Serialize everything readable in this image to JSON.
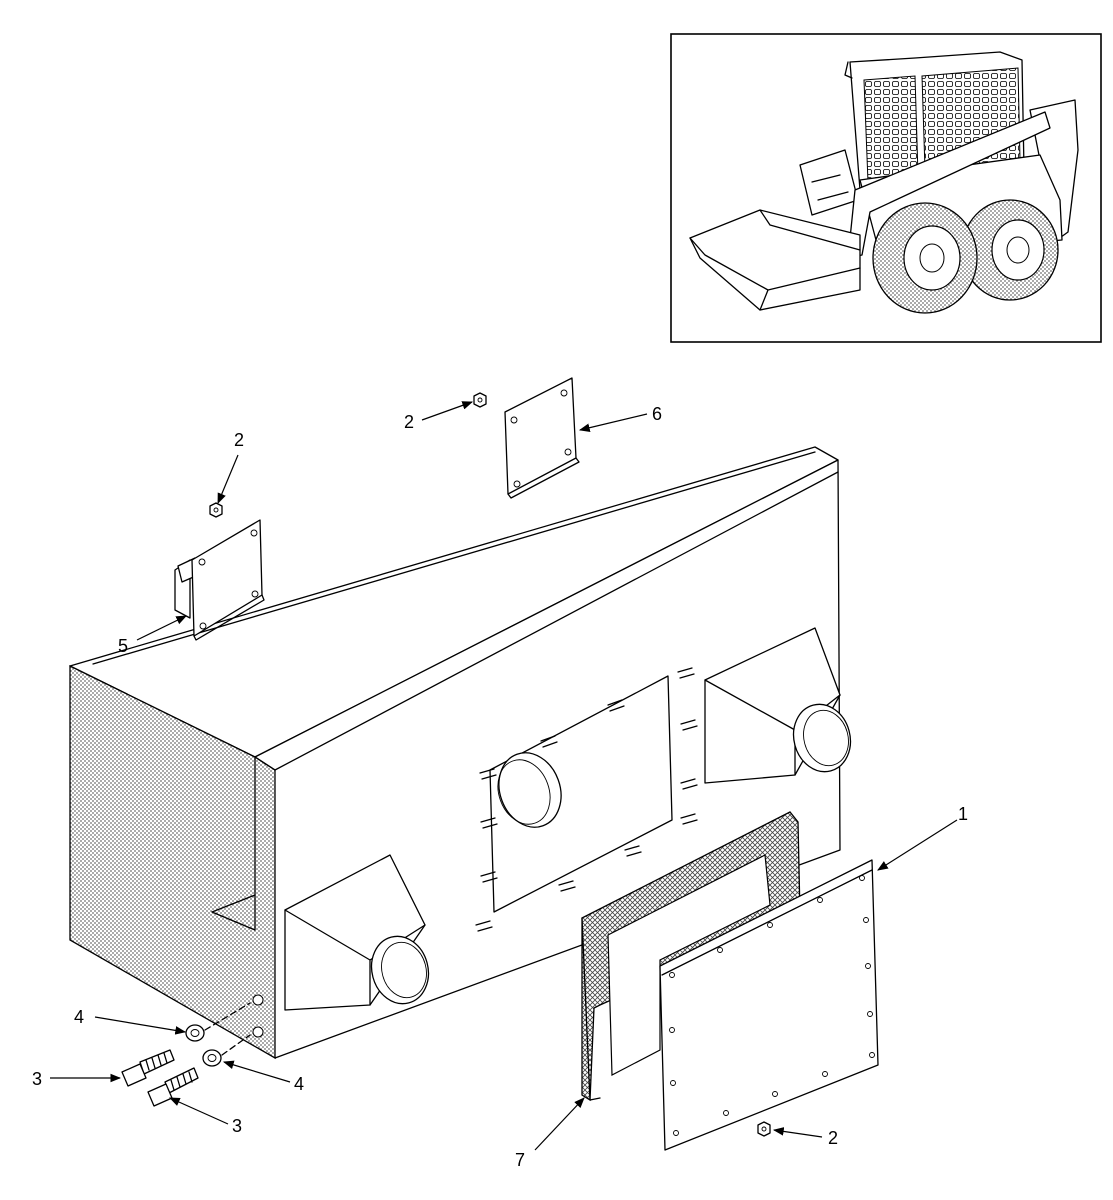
{
  "diagram": {
    "type": "exploded-parts-view",
    "inset": {
      "icon": "skid-steer-loader-icon"
    },
    "callouts": [
      {
        "id": "c1",
        "label": "1"
      },
      {
        "id": "c2a",
        "label": "2"
      },
      {
        "id": "c2b",
        "label": "2"
      },
      {
        "id": "c2c",
        "label": "2"
      },
      {
        "id": "c3a",
        "label": "3"
      },
      {
        "id": "c3b",
        "label": "3"
      },
      {
        "id": "c4a",
        "label": "4"
      },
      {
        "id": "c4b",
        "label": "4"
      },
      {
        "id": "c5",
        "label": "5"
      },
      {
        "id": "c6",
        "label": "6"
      },
      {
        "id": "c7",
        "label": "7"
      }
    ],
    "colors": {
      "line": "#000000",
      "background": "#ffffff",
      "screen": "#8a8a8a"
    }
  }
}
